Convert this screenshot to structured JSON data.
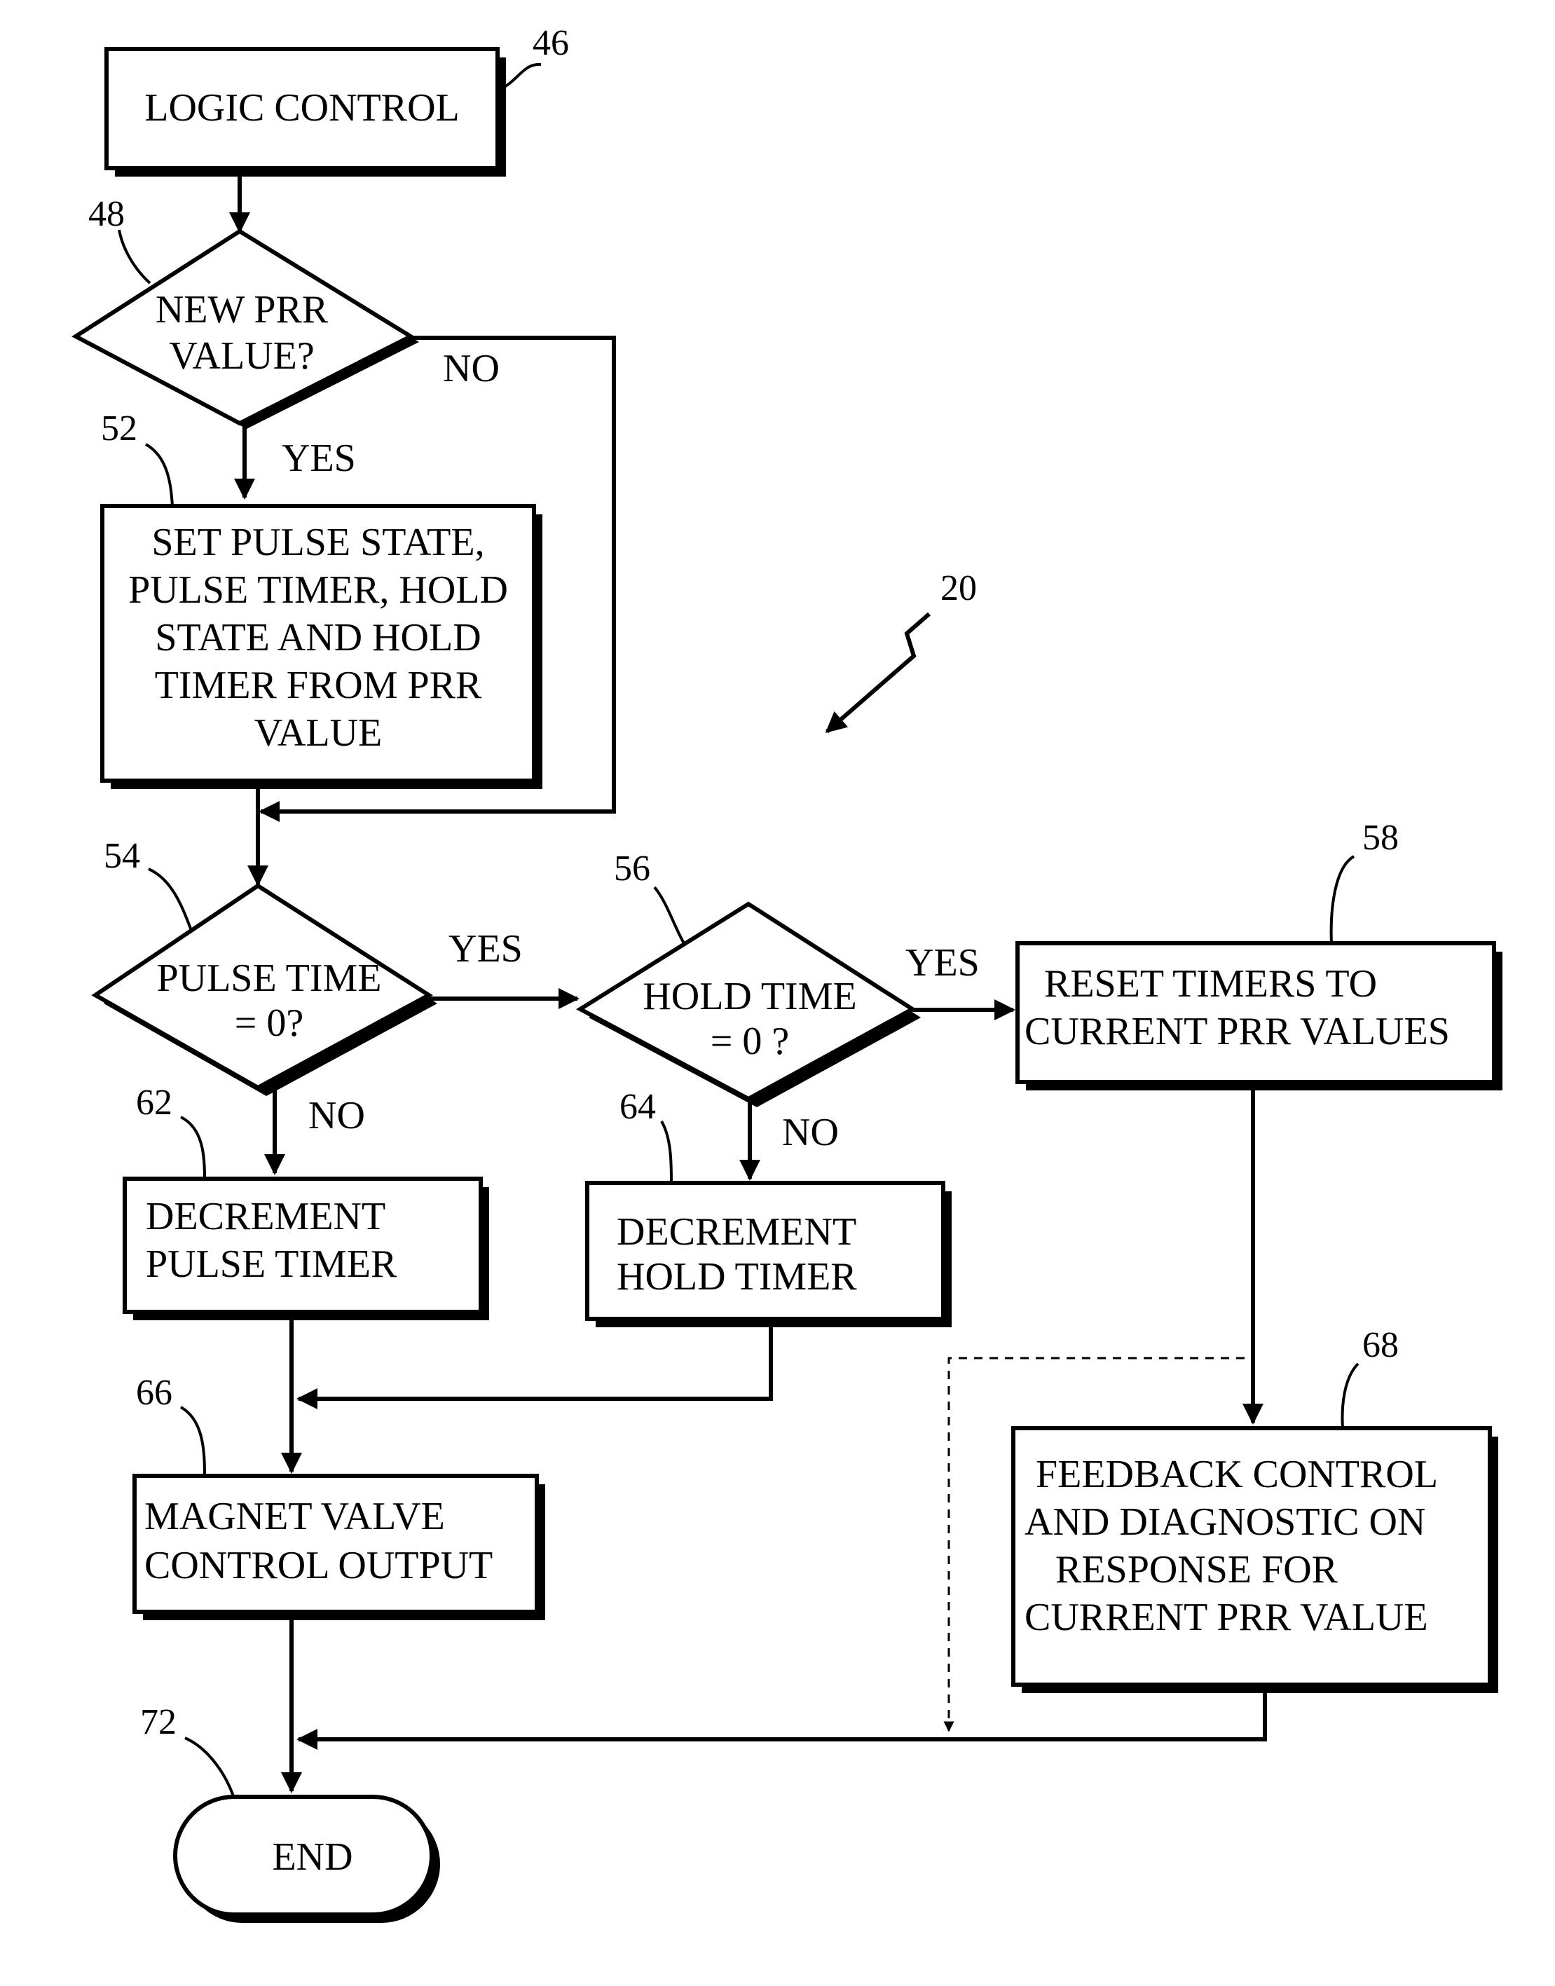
{
  "nodes": {
    "logic_control": {
      "ref": "46",
      "lines": [
        "LOGIC CONTROL"
      ]
    },
    "new_prr": {
      "ref": "48",
      "lines": [
        "NEW PRR",
        "VALUE?"
      ]
    },
    "set_pulse": {
      "ref": "52",
      "lines": [
        "SET PULSE STATE,",
        "PULSE TIMER, HOLD",
        "STATE AND HOLD",
        "TIMER FROM  PRR",
        "VALUE"
      ]
    },
    "pulse_time": {
      "ref": "54",
      "lines": [
        "PULSE TIME",
        "= 0?"
      ]
    },
    "hold_time": {
      "ref": "56",
      "lines": [
        "HOLD TIME",
        "= 0 ?"
      ]
    },
    "reset_timers": {
      "ref": "58",
      "lines": [
        "RESET TIMERS TO",
        "CURRENT PRR VALUES"
      ]
    },
    "dec_pulse": {
      "ref": "62",
      "lines": [
        "DECREMENT",
        "PULSE TIMER"
      ]
    },
    "dec_hold": {
      "ref": "64",
      "lines": [
        "DECREMENT",
        "HOLD TIMER"
      ]
    },
    "magnet_valve": {
      "ref": "66",
      "lines": [
        "MAGNET VALVE",
        "CONTROL OUTPUT"
      ]
    },
    "feedback": {
      "ref": "68",
      "lines": [
        "FEEDBACK CONTROL",
        "AND DIAGNOSTIC ON",
        "RESPONSE FOR",
        "CURRENT PRR VALUE"
      ]
    },
    "end": {
      "ref": "72",
      "lines": [
        "END"
      ]
    }
  },
  "edge_labels": {
    "new_prr_no": "NO",
    "new_prr_yes": "YES",
    "pulse_yes": "YES",
    "pulse_no": "NO",
    "hold_yes": "YES",
    "hold_no": "NO"
  },
  "figure_ref": "20"
}
